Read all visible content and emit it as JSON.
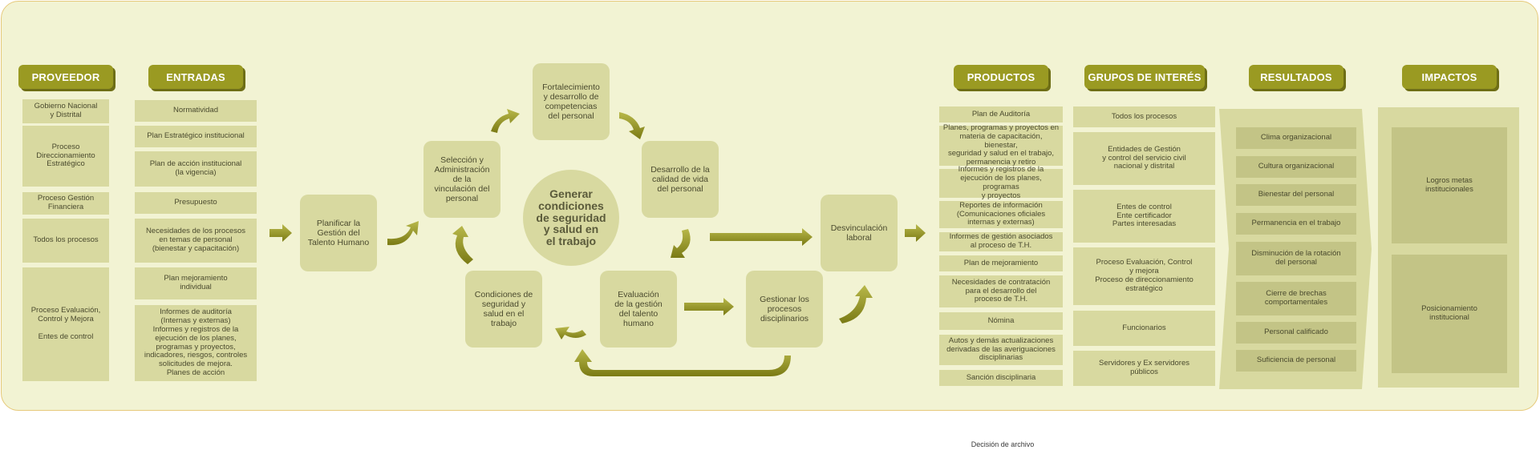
{
  "headers": {
    "proveedor": "PROVEEDOR",
    "entradas": "ENTRADAS",
    "productos": "PRODUCTOS",
    "grupos": "GRUPOS DE INTERÉS",
    "resultados": "RESULTADOS",
    "impactos": "IMPACTOS"
  },
  "proveedor": [
    "Gobierno Nacional\ny Distrital",
    "Proceso\nDireccionamiento\nEstratégico",
    "Proceso Gestión\nFinanciera",
    "Todos los procesos",
    "Proceso Evaluación,\nControl y Mejora\n\nEntes de control"
  ],
  "entradas": [
    "Normatividad",
    "Plan Estratégico institucional",
    "Plan de acción institucional\n(la vigencia)",
    "Presupuesto",
    "Necesidades de los procesos\nen temas de personal\n(bienestar y capacitación)",
    "Plan mejoramiento\nindividual",
    "Informes de auditoría\n(Internas y externas)\nInformes y registros de la\nejecución de los planes,\nprogramas y proyectos,\nindicadores, riesgos, controles\nsolicitudes de mejora.\nPlanes de acción"
  ],
  "process": {
    "planificar": "Planificar la\nGestión del\nTalento Humano",
    "seleccion": "Selección y\nAdministración\nde la\nvinculación del\npersonal",
    "fortalecimiento": "Fortalecimiento\ny desarrollo de\ncompetencias\ndel personal",
    "desarrollo": "Desarrollo de la\ncalidad de vida\ndel personal",
    "evaluacion": "Evaluación\nde la gestión\ndel talento\nhumano",
    "condiciones": "Condiciones de\nseguridad y\nsalud en el\ntrabajo",
    "disciplinarios": "Gestionar los\nprocesos\ndisciplinarios",
    "desvinculacion": "Desvinculación\nlaboral",
    "center": "Generar\ncondiciones\nde seguridad\ny salud en\nel trabajo"
  },
  "productos": [
    "Plan de Auditoría",
    "Planes, programas y proyectos en\nmateria de capacitación, bienestar,\nseguridad y salud en el trabajo,\npermanencia y retiro",
    "Informes y registros de la\nejecución de los planes, programas\ny proyectos",
    "Reportes de información\n(Comunicaciones oficiales\ninternas y externas)",
    "Informes de gestión asociados\nal proceso de T.H.",
    "Plan de mejoramiento",
    "Necesidades de contratación\npara el desarrollo del\nproceso de T.H.",
    "Nómina",
    "Autos y demás actualizaciones\nderivadas de las averiguaciones\ndisciplinarias",
    "Sanción disciplinaria"
  ],
  "grupos": [
    "Todos los procesos",
    "Entidades de Gestión\ny control del servicio civil\nnacional y distrital",
    "Entes de control\nEnte certificador\nPartes interesadas",
    "Proceso Evaluación, Control\ny mejora\nProceso de direccionamiento\nestratégico",
    "Funcionarios",
    "Servidores y Ex servidores\npúblicos"
  ],
  "resultados": [
    "Clima organizacional",
    "Cultura organizacional",
    "Bienestar del personal",
    "Permanencia en el trabajo",
    "Disminución de la rotación\ndel personal",
    "Cierre de brechas\ncomportamentales",
    "Personal calificado",
    "Suficiencia de personal"
  ],
  "impactos": [
    "Logros metas\ninstitucionales",
    "Posicionamiento\ninstitucional"
  ],
  "footer": "Decisión de archivo",
  "colors": {
    "background": "#f2f3d3",
    "header": "#9a9a22",
    "cell": "#d8d9a0",
    "arrow": "#9a9a22"
  }
}
